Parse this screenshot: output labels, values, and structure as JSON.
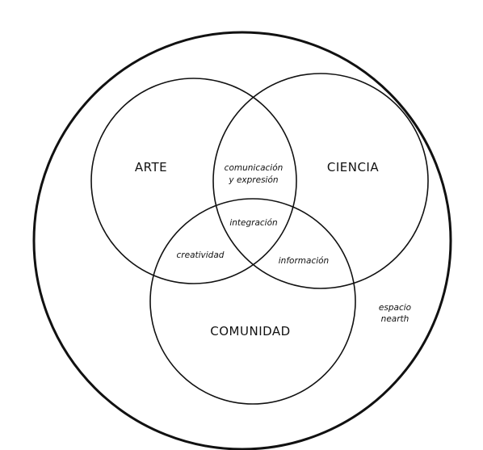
{
  "diagram": {
    "sets": {
      "arte": "ARTE",
      "ciencia": "CIENCIA",
      "comunidad": "COMUNIDAD"
    },
    "overlaps": {
      "arte_ciencia_line1": "comunicación",
      "arte_ciencia_line2": "y expresión",
      "center": "integración",
      "arte_comunidad": "creatividad",
      "ciencia_comunidad": "información"
    },
    "space": {
      "line1": "espacio",
      "line2": "nearth"
    }
  }
}
